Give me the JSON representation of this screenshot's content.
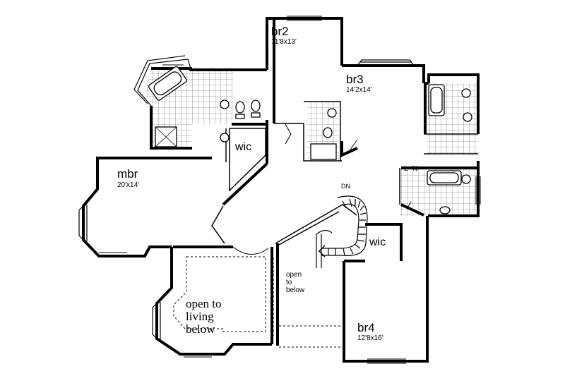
{
  "floor_plan": {
    "rooms": [
      {
        "id": "br2",
        "name": "br2",
        "size": "11'8x13'"
      },
      {
        "id": "br3",
        "name": "br3",
        "size": "14'2x14'"
      },
      {
        "id": "mbr",
        "name": "mbr",
        "size": "20'x14'"
      },
      {
        "id": "br4",
        "name": "br4",
        "size": "12'8x16'"
      }
    ],
    "closets": {
      "wic_master": "wic",
      "wic_br4": "wic",
      "linen": "LIN"
    },
    "stair_label": "DN",
    "open_below_small": [
      "open",
      "to",
      "below"
    ],
    "open_living": [
      "open to",
      "living",
      "below"
    ]
  }
}
